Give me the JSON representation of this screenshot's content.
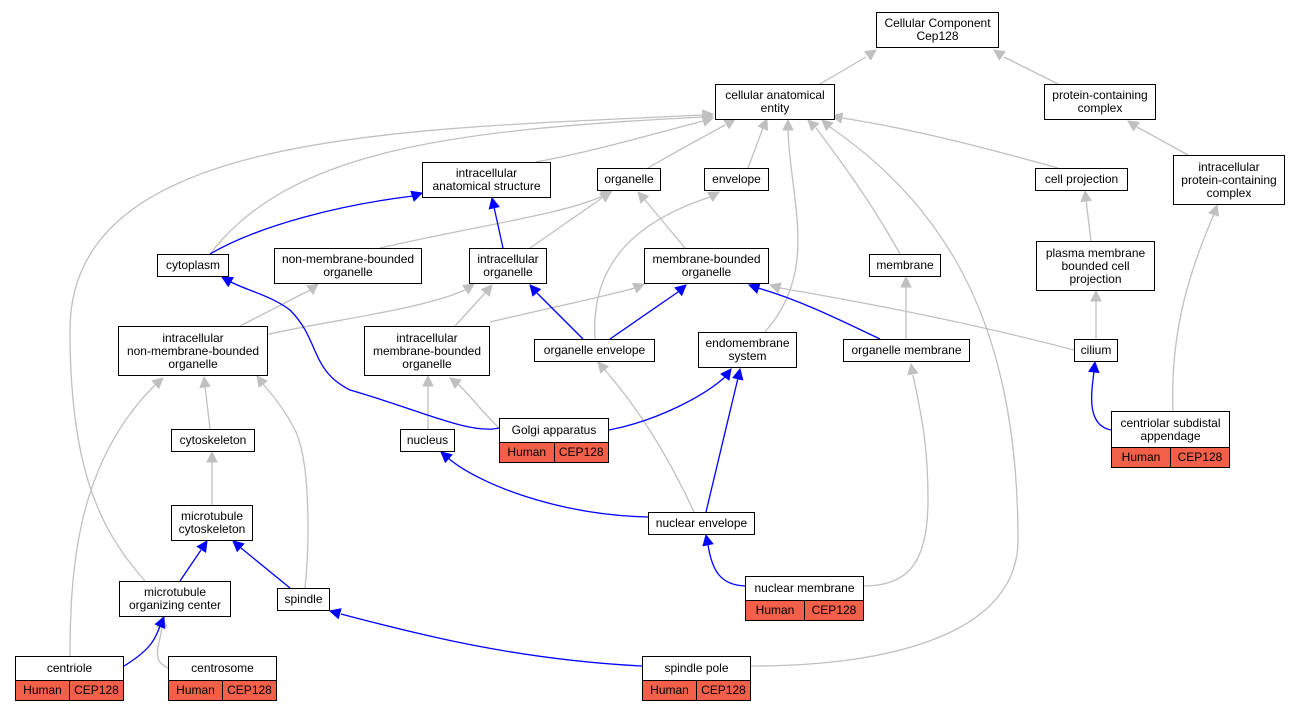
{
  "nodes": {
    "root": {
      "label": "Cellular Component\nCep128"
    },
    "cae": {
      "label": "cellular anatomical\nentity"
    },
    "pcc": {
      "label": "protein-containing\ncomplex"
    },
    "ias": {
      "label": "intracellular\nanatomical structure"
    },
    "organelle": {
      "label": "organelle"
    },
    "envelope": {
      "label": "envelope"
    },
    "cellproj": {
      "label": "cell projection"
    },
    "ipcc": {
      "label": "intracellular\nprotein-containing\ncomplex"
    },
    "cytoplasm": {
      "label": "cytoplasm"
    },
    "nmbo": {
      "label": "non-membrane-bounded\norganelle"
    },
    "io": {
      "label": "intracellular\norganelle"
    },
    "mbo": {
      "label": "membrane-bounded\norganelle"
    },
    "membrane": {
      "label": "membrane"
    },
    "pmbcp": {
      "label": "plasma membrane\nbounded cell\nprojection"
    },
    "inmbo": {
      "label": "intracellular\nnon-membrane-bounded\norganelle"
    },
    "imbo": {
      "label": "intracellular\nmembrane-bounded\norganelle"
    },
    "oenv": {
      "label": "organelle envelope"
    },
    "endo": {
      "label": "endomembrane\nsystem"
    },
    "omem": {
      "label": "organelle membrane"
    },
    "cilium": {
      "label": "cilium"
    },
    "golgi": {
      "label": "Golgi apparatus",
      "tags": [
        "Human",
        "CEP128"
      ]
    },
    "csa": {
      "label": "centriolar subdistal\nappendage",
      "tags": [
        "Human",
        "CEP128"
      ]
    },
    "cytoskeleton": {
      "label": "cytoskeleton"
    },
    "nucleus": {
      "label": "nucleus"
    },
    "mtcyto": {
      "label": "microtubule\ncytoskeleton"
    },
    "nenv": {
      "label": "nuclear envelope"
    },
    "mtoc": {
      "label": "microtubule\norganizing center"
    },
    "spindle": {
      "label": "spindle"
    },
    "nmem": {
      "label": "nuclear membrane",
      "tags": [
        "Human",
        "CEP128"
      ]
    },
    "centriole": {
      "label": "centriole",
      "tags": [
        "Human",
        "CEP128"
      ]
    },
    "centrosome": {
      "label": "centrosome",
      "tags": [
        "Human",
        "CEP128"
      ]
    },
    "spole": {
      "label": "spindle pole",
      "tags": [
        "Human",
        "CEP128"
      ]
    }
  },
  "colors": {
    "is_a_edge": "#c0c0c0",
    "part_of_edge": "#0000ff",
    "annotation_tag": "#f2604a",
    "node_border": "#000000"
  }
}
